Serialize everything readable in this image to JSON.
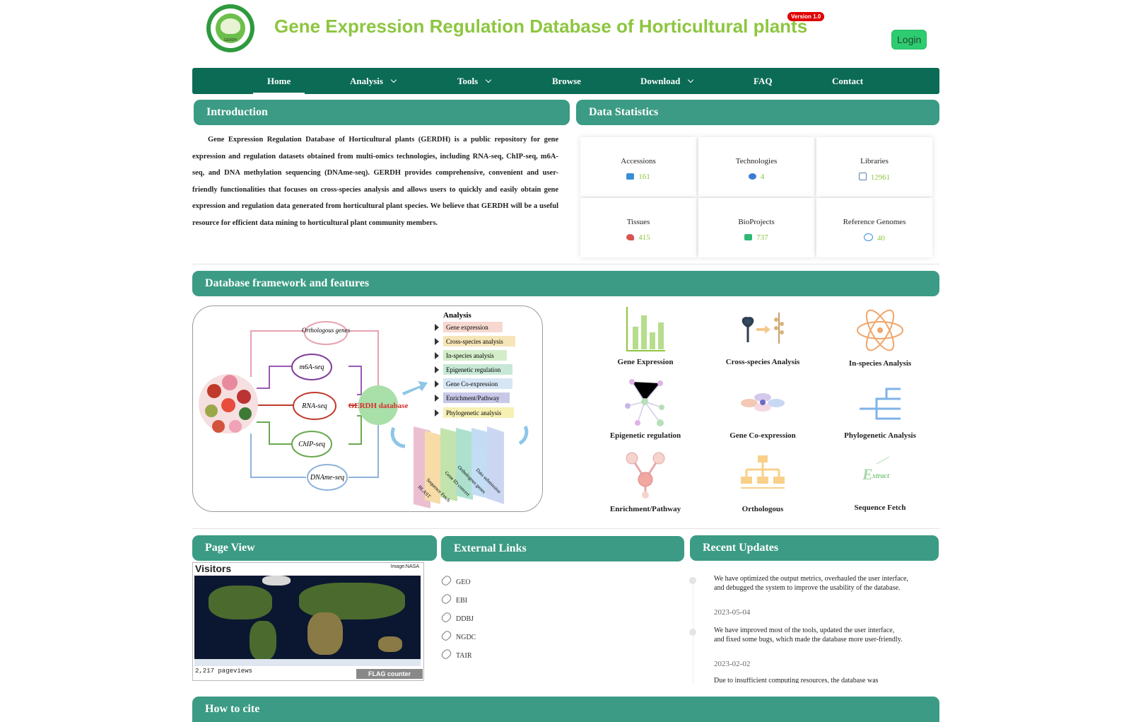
{
  "header": {
    "logo_text": "GERDH",
    "title": "Gene Expression Regulation Database of Horticultural plants",
    "version": "Version 1.0",
    "login": "Login"
  },
  "nav": {
    "items": [
      "Home",
      "Analysis",
      "Tools",
      "Browse",
      "Download",
      "FAQ",
      "Contact"
    ],
    "active": "Home"
  },
  "introduction": {
    "title": "Introduction",
    "text": "Gene Expression Regulation Database of Horticultural plants (GERDH) is a public repository for gene expression and regulation datasets obtained from multi-omics technologies, including RNA-seq, ChIP-seq, m6A-seq, and DNA methylation sequencing (DNAme-seq). GERDH provides comprehensive, convenient and user-friendly functionalities that focuses on cross-species analysis and allows users to quickly and easily obtain gene expression and regulation data generated from horticultural plant species. We believe that GERDH will be a useful resource for efficient data mining to horticultural plant community members."
  },
  "stats": {
    "title": "Data Statistics",
    "items": [
      {
        "label": "Accessions",
        "value": "161",
        "icon": "sprout-icon",
        "color": "#3a8fd6"
      },
      {
        "label": "Technologies",
        "value": "4",
        "icon": "hexagon-icon",
        "color": "#3a7bd5"
      },
      {
        "label": "Libraries",
        "value": "12961",
        "icon": "document-icon",
        "color": "#5580b0"
      },
      {
        "label": "Tissues",
        "value": "415",
        "icon": "tissue-icon",
        "color": "#d9534f"
      },
      {
        "label": "BioProjects",
        "value": "737",
        "icon": "flask-icon",
        "color": "#2eb872"
      },
      {
        "label": "Reference Genomes",
        "value": "40",
        "icon": "dna-icon",
        "color": "#3a8fd6"
      }
    ]
  },
  "framework": {
    "title": "Database framework and features",
    "center": "GERDH database",
    "inputs": [
      "Orthologous genes",
      "m6A-seq",
      "RNA-seq",
      "ChIP-seq",
      "DNAme-seq"
    ],
    "analysis_title": "Analysis",
    "analysis": [
      "Gene expression",
      "Cross-species analysis",
      "In-species analysis",
      "Epigenetic regulation",
      "Gene Co-expression",
      "Enrichment/Pathway",
      "Phylogenetic analysis"
    ],
    "tools": [
      "BLAST",
      "Sequence Fetch",
      "Gene ID convert",
      "Orthologous genes",
      "Data submission"
    ]
  },
  "features": [
    {
      "label": "Gene Expression",
      "icon": "bar-chart-icon"
    },
    {
      "label": "Cross-species Analysis",
      "icon": "plants-icon"
    },
    {
      "label": "In-species Analysis",
      "icon": "atom-icon"
    },
    {
      "label": "Epigenetic regulation",
      "icon": "network-icon"
    },
    {
      "label": "Gene Co-expression",
      "icon": "coexpression-icon"
    },
    {
      "label": "Phylogenetic Analysis",
      "icon": "tree-icon"
    },
    {
      "label": "Enrichment/Pathway",
      "icon": "pathway-icon"
    },
    {
      "label": "Orthologous",
      "icon": "hierarchy-icon"
    },
    {
      "label": "Sequence Fetch",
      "icon": "extract-icon"
    }
  ],
  "page_view": {
    "title": "Page View",
    "visitors": "Visitors",
    "credit": "Image:NASA",
    "pageviews": "2,217 pageviews",
    "counter_logo": "FLAG counter"
  },
  "external_links": {
    "title": "External Links",
    "items": [
      "GEO",
      "EBI",
      "DDBJ",
      "NGDC",
      "TAIR"
    ]
  },
  "recent_updates": {
    "title": "Recent Updates",
    "items": [
      {
        "text": "We have optimized the output metrics, overhauled the user interface, and debugged the system to improve the usability of the database.",
        "date": "2023-05-04"
      },
      {
        "text": "We have improved most of the tools, updated the user interface, and fixed some bugs, which made the database more user-friendly.",
        "date": "2023-02-02"
      },
      {
        "text": "Due to insufficient computing resources, the database was",
        "date": ""
      }
    ]
  },
  "next_section_partial": "How to cite"
}
